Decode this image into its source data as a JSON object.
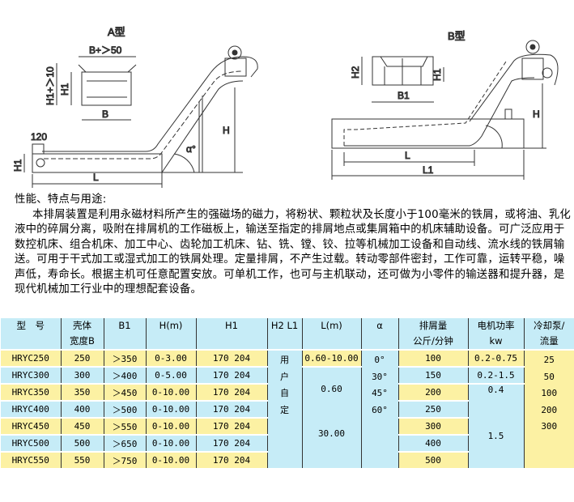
{
  "diagram_a": {
    "title": "A型",
    "labels": {
      "b_plus": "B+＞50",
      "h1_plus": "H1+＞10",
      "h1_box": "H1",
      "b": "B",
      "w120": "120",
      "h1": "H1",
      "h": "H",
      "alpha": "α°",
      "l": "L"
    }
  },
  "diagram_b": {
    "title": "B型",
    "labels": {
      "h2": "H2",
      "h1": "H1",
      "b1": "B1",
      "h": "H",
      "l": "L",
      "l1": "L1"
    }
  },
  "description": {
    "heading": "性能、特点与用途:",
    "body": "本排屑装置是利用永磁材料所产生的强磁场的磁力，将粉状、颗粒状及长度小于100毫米的铁屑，或将油、乳化液中的碎屑分离，吸附在排屑机的工作磁板上，输送至指定的排屑地点或集屑箱中的机床辅助设备。可广泛应用于数控机床、组合机床、加工中心、齿轮加工机床、钻、铣、镗、铰、拉等机械加工设备和自动线、流水线的铁屑输送。可用于干式加工或湿式加工的铁屑处理。定量排屑，不产生过载。转动零部件密封，工作可靠，运转平稳，噪声低，寿命长。根据主机可任意配置安放。可单机工作，也可与主机联动，还可做为小零件的输送器和提升器，是现代机械加工行业中的理想配套设备。"
  },
  "table": {
    "headers": [
      [
        "型　号"
      ],
      [
        "壳体",
        "宽度B"
      ],
      [
        "B1"
      ],
      [
        "H(m)"
      ],
      [
        "H1"
      ],
      [
        "H2 L1"
      ],
      [
        "L(m)"
      ],
      [
        "α"
      ],
      [
        "排屑量",
        "公斤/分钟"
      ],
      [
        "电机功率",
        "kw"
      ],
      [
        "冷却泵/",
        "流量"
      ]
    ],
    "rows": [
      {
        "model": "HRYC250",
        "b": "250",
        "b1": "＞350",
        "h": "0-3.00",
        "h1": "170 204",
        "capacity": "100"
      },
      {
        "model": "HRYC300",
        "b": "300",
        "b1": "＞400",
        "h": "0-5.00",
        "h1": "170 204",
        "capacity": "150"
      },
      {
        "model": "HRYC350",
        "b": "350",
        "b1": "＞450",
        "h": "0-10.00",
        "h1": "170 204",
        "capacity": "200"
      },
      {
        "model": "HRYC400",
        "b": "400",
        "b1": "＞500",
        "h": "0-10.00",
        "h1": "170 204",
        "capacity": "250"
      },
      {
        "model": "HRYC450",
        "b": "450",
        "b1": "＞550",
        "h": "0-10.00",
        "h1": "170 204",
        "capacity": "300"
      },
      {
        "model": "HRYC500",
        "b": "500",
        "b1": "＞650",
        "h": "0-10.00",
        "h1": "170 204",
        "capacity": "400"
      },
      {
        "model": "HRYC550",
        "b": "550",
        "b1": "＞750",
        "h": "0-10.00",
        "h1": "170 204",
        "capacity": "500"
      }
    ],
    "h2l1": [
      "用",
      "户",
      "自",
      "定"
    ],
    "l_first": "0.60-10.00",
    "l_min": "0.60",
    "l_max": "30.00",
    "alpha": [
      "0°",
      "30°",
      "45°",
      "60°"
    ],
    "power_1": "0.2-0.75",
    "power_2": "0.2-1.5",
    "power_3": "0.4",
    "power_4": "1.5",
    "coolant": [
      "25",
      "50",
      "100",
      "200",
      "300"
    ]
  },
  "colors": {
    "yellow": "#fcf1a3",
    "blue": "#c6ecf7"
  }
}
